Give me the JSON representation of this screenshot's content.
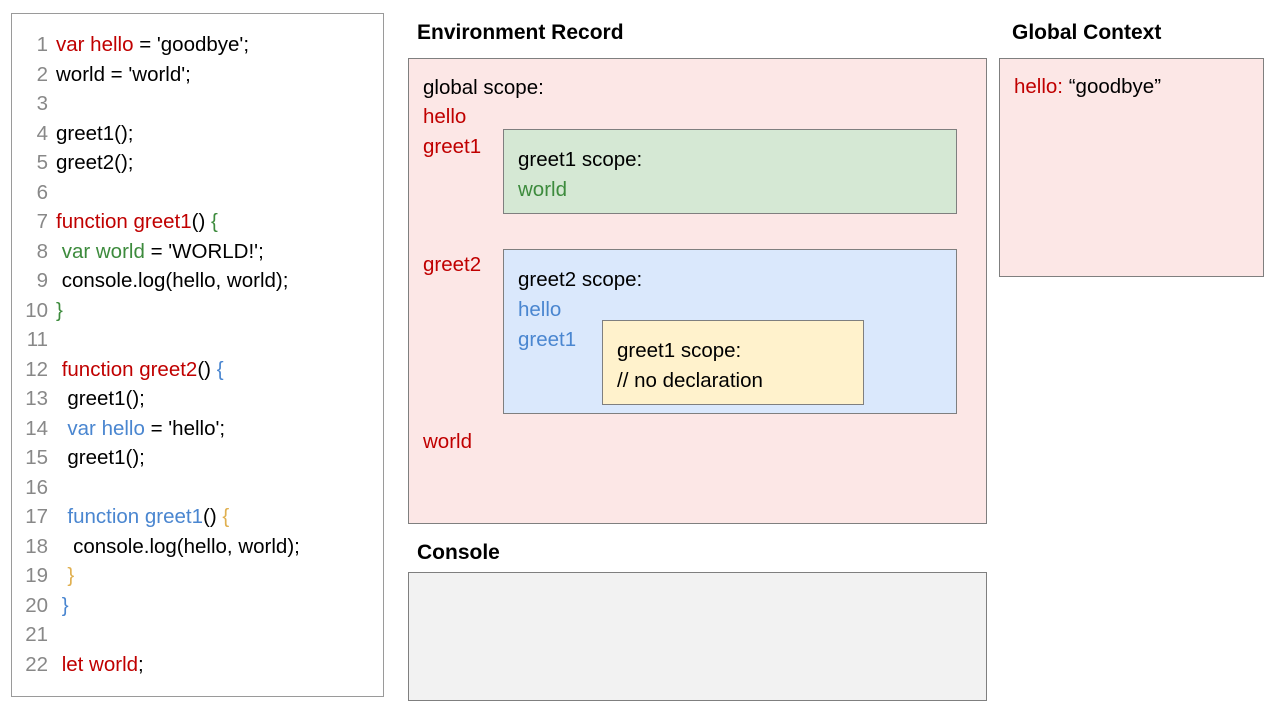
{
  "code_panel": {
    "lines": [
      {
        "n": "1",
        "tokens": [
          {
            "t": "var hello",
            "c": "red"
          },
          {
            "t": " = 'goodbye';",
            "c": "plain"
          }
        ]
      },
      {
        "n": "2",
        "tokens": [
          {
            "t": "world = 'world';",
            "c": "plain"
          }
        ]
      },
      {
        "n": "3",
        "tokens": []
      },
      {
        "n": "4",
        "tokens": [
          {
            "t": "greet1();",
            "c": "plain"
          }
        ]
      },
      {
        "n": "5",
        "tokens": [
          {
            "t": "greet2();",
            "c": "plain"
          }
        ]
      },
      {
        "n": "6",
        "tokens": []
      },
      {
        "n": "7",
        "tokens": [
          {
            "t": "function greet1",
            "c": "red"
          },
          {
            "t": "() ",
            "c": "plain"
          },
          {
            "t": "{",
            "c": "green"
          }
        ]
      },
      {
        "n": "8",
        "tokens": [
          {
            "t": " ",
            "c": "plain"
          },
          {
            "t": "var world",
            "c": "green"
          },
          {
            "t": " = 'WORLD!';",
            "c": "plain"
          }
        ]
      },
      {
        "n": "9",
        "tokens": [
          {
            "t": " console.log(hello, world);",
            "c": "plain"
          }
        ]
      },
      {
        "n": "10",
        "tokens": [
          {
            "t": "}",
            "c": "green"
          }
        ]
      },
      {
        "n": "11",
        "tokens": []
      },
      {
        "n": "12",
        "tokens": [
          {
            "t": " ",
            "c": "plain"
          },
          {
            "t": "function greet2",
            "c": "red"
          },
          {
            "t": "() ",
            "c": "plain"
          },
          {
            "t": "{",
            "c": "blue"
          }
        ]
      },
      {
        "n": "13",
        "tokens": [
          {
            "t": "  greet1();",
            "c": "plain"
          }
        ]
      },
      {
        "n": "14",
        "tokens": [
          {
            "t": "  ",
            "c": "plain"
          },
          {
            "t": "var hello",
            "c": "blue"
          },
          {
            "t": " = 'hello';",
            "c": "plain"
          }
        ]
      },
      {
        "n": "15",
        "tokens": [
          {
            "t": "  greet1();",
            "c": "plain"
          }
        ]
      },
      {
        "n": "16",
        "tokens": []
      },
      {
        "n": "17",
        "tokens": [
          {
            "t": "  ",
            "c": "plain"
          },
          {
            "t": "function greet1",
            "c": "blue"
          },
          {
            "t": "() ",
            "c": "plain"
          },
          {
            "t": "{",
            "c": "yellow"
          }
        ]
      },
      {
        "n": "18",
        "tokens": [
          {
            "t": "   console.log(hello, world);",
            "c": "plain"
          }
        ]
      },
      {
        "n": "19",
        "tokens": [
          {
            "t": "  ",
            "c": "plain"
          },
          {
            "t": "}",
            "c": "yellow"
          }
        ]
      },
      {
        "n": "20",
        "tokens": [
          {
            "t": " ",
            "c": "plain"
          },
          {
            "t": "}",
            "c": "blue"
          }
        ]
      },
      {
        "n": "21",
        "tokens": []
      },
      {
        "n": "22",
        "tokens": [
          {
            "t": " ",
            "c": "plain"
          },
          {
            "t": "let world",
            "c": "red"
          },
          {
            "t": ";",
            "c": "plain"
          }
        ]
      }
    ]
  },
  "environment_record": {
    "title": "Environment Record",
    "global_scope_heading": "global scope:",
    "global_bindings": {
      "hello": "hello",
      "greet1": "greet1",
      "greet2": "greet2",
      "world": "world"
    },
    "greet1_scope": {
      "heading": "greet1 scope:",
      "bindings": [
        "world"
      ]
    },
    "greet2_scope": {
      "heading": "greet2 scope:",
      "bindings": [
        "hello",
        "greet1"
      ],
      "nested_greet1_scope": {
        "heading": "greet1 scope:",
        "note": "// no declaration"
      }
    }
  },
  "global_context": {
    "title": "Global Context",
    "binding_key": "hello:",
    "binding_value": "“goodbye”"
  },
  "console": {
    "title": "Console",
    "output": ""
  },
  "colors": {
    "pink_fill": "#fce7e6",
    "green_fill": "#d5e8d4",
    "blue_fill": "#dae8fc",
    "yellow_fill": "#fff2cc",
    "console_fill": "#f2f2f2",
    "box_border": "#7f7f7f",
    "token_red": "#c00000",
    "token_green": "#3d8b3d",
    "token_blue": "#4a86d0",
    "token_yellow": "#e0b050",
    "line_number": "#888888"
  }
}
